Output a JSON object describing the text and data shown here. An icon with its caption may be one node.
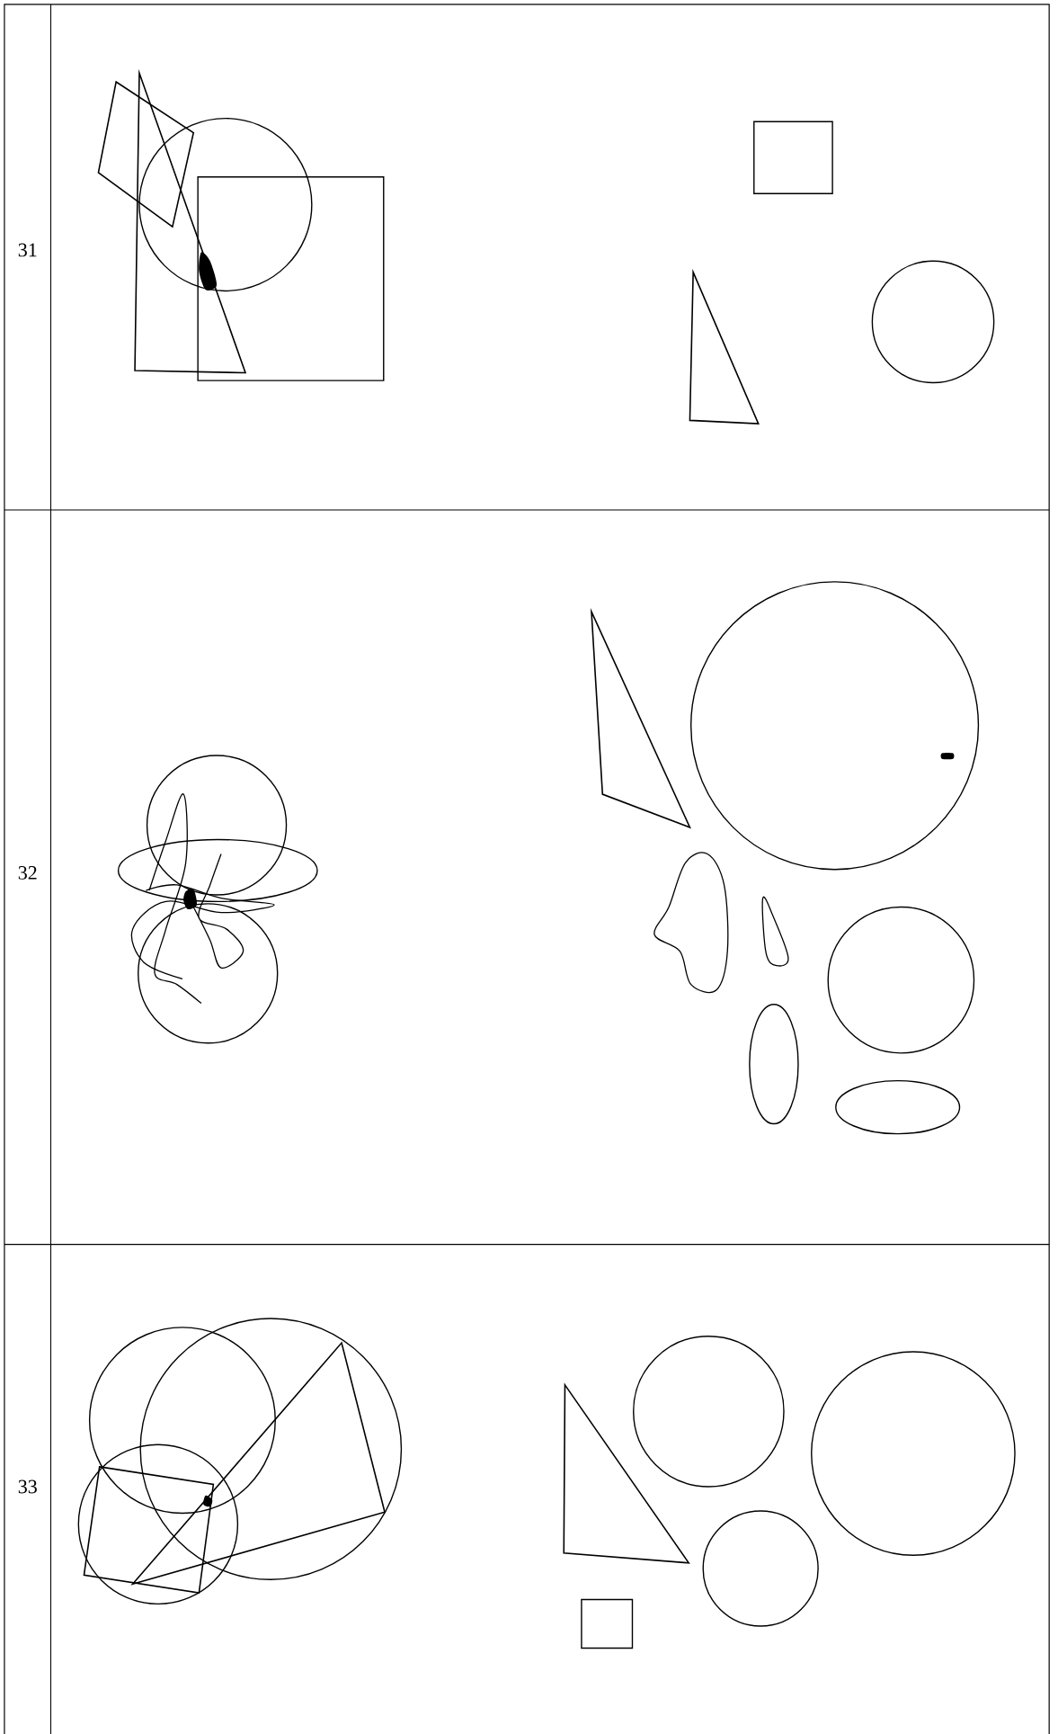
{
  "diagram": {
    "labels": [
      "31",
      "32",
      "33"
    ]
  }
}
